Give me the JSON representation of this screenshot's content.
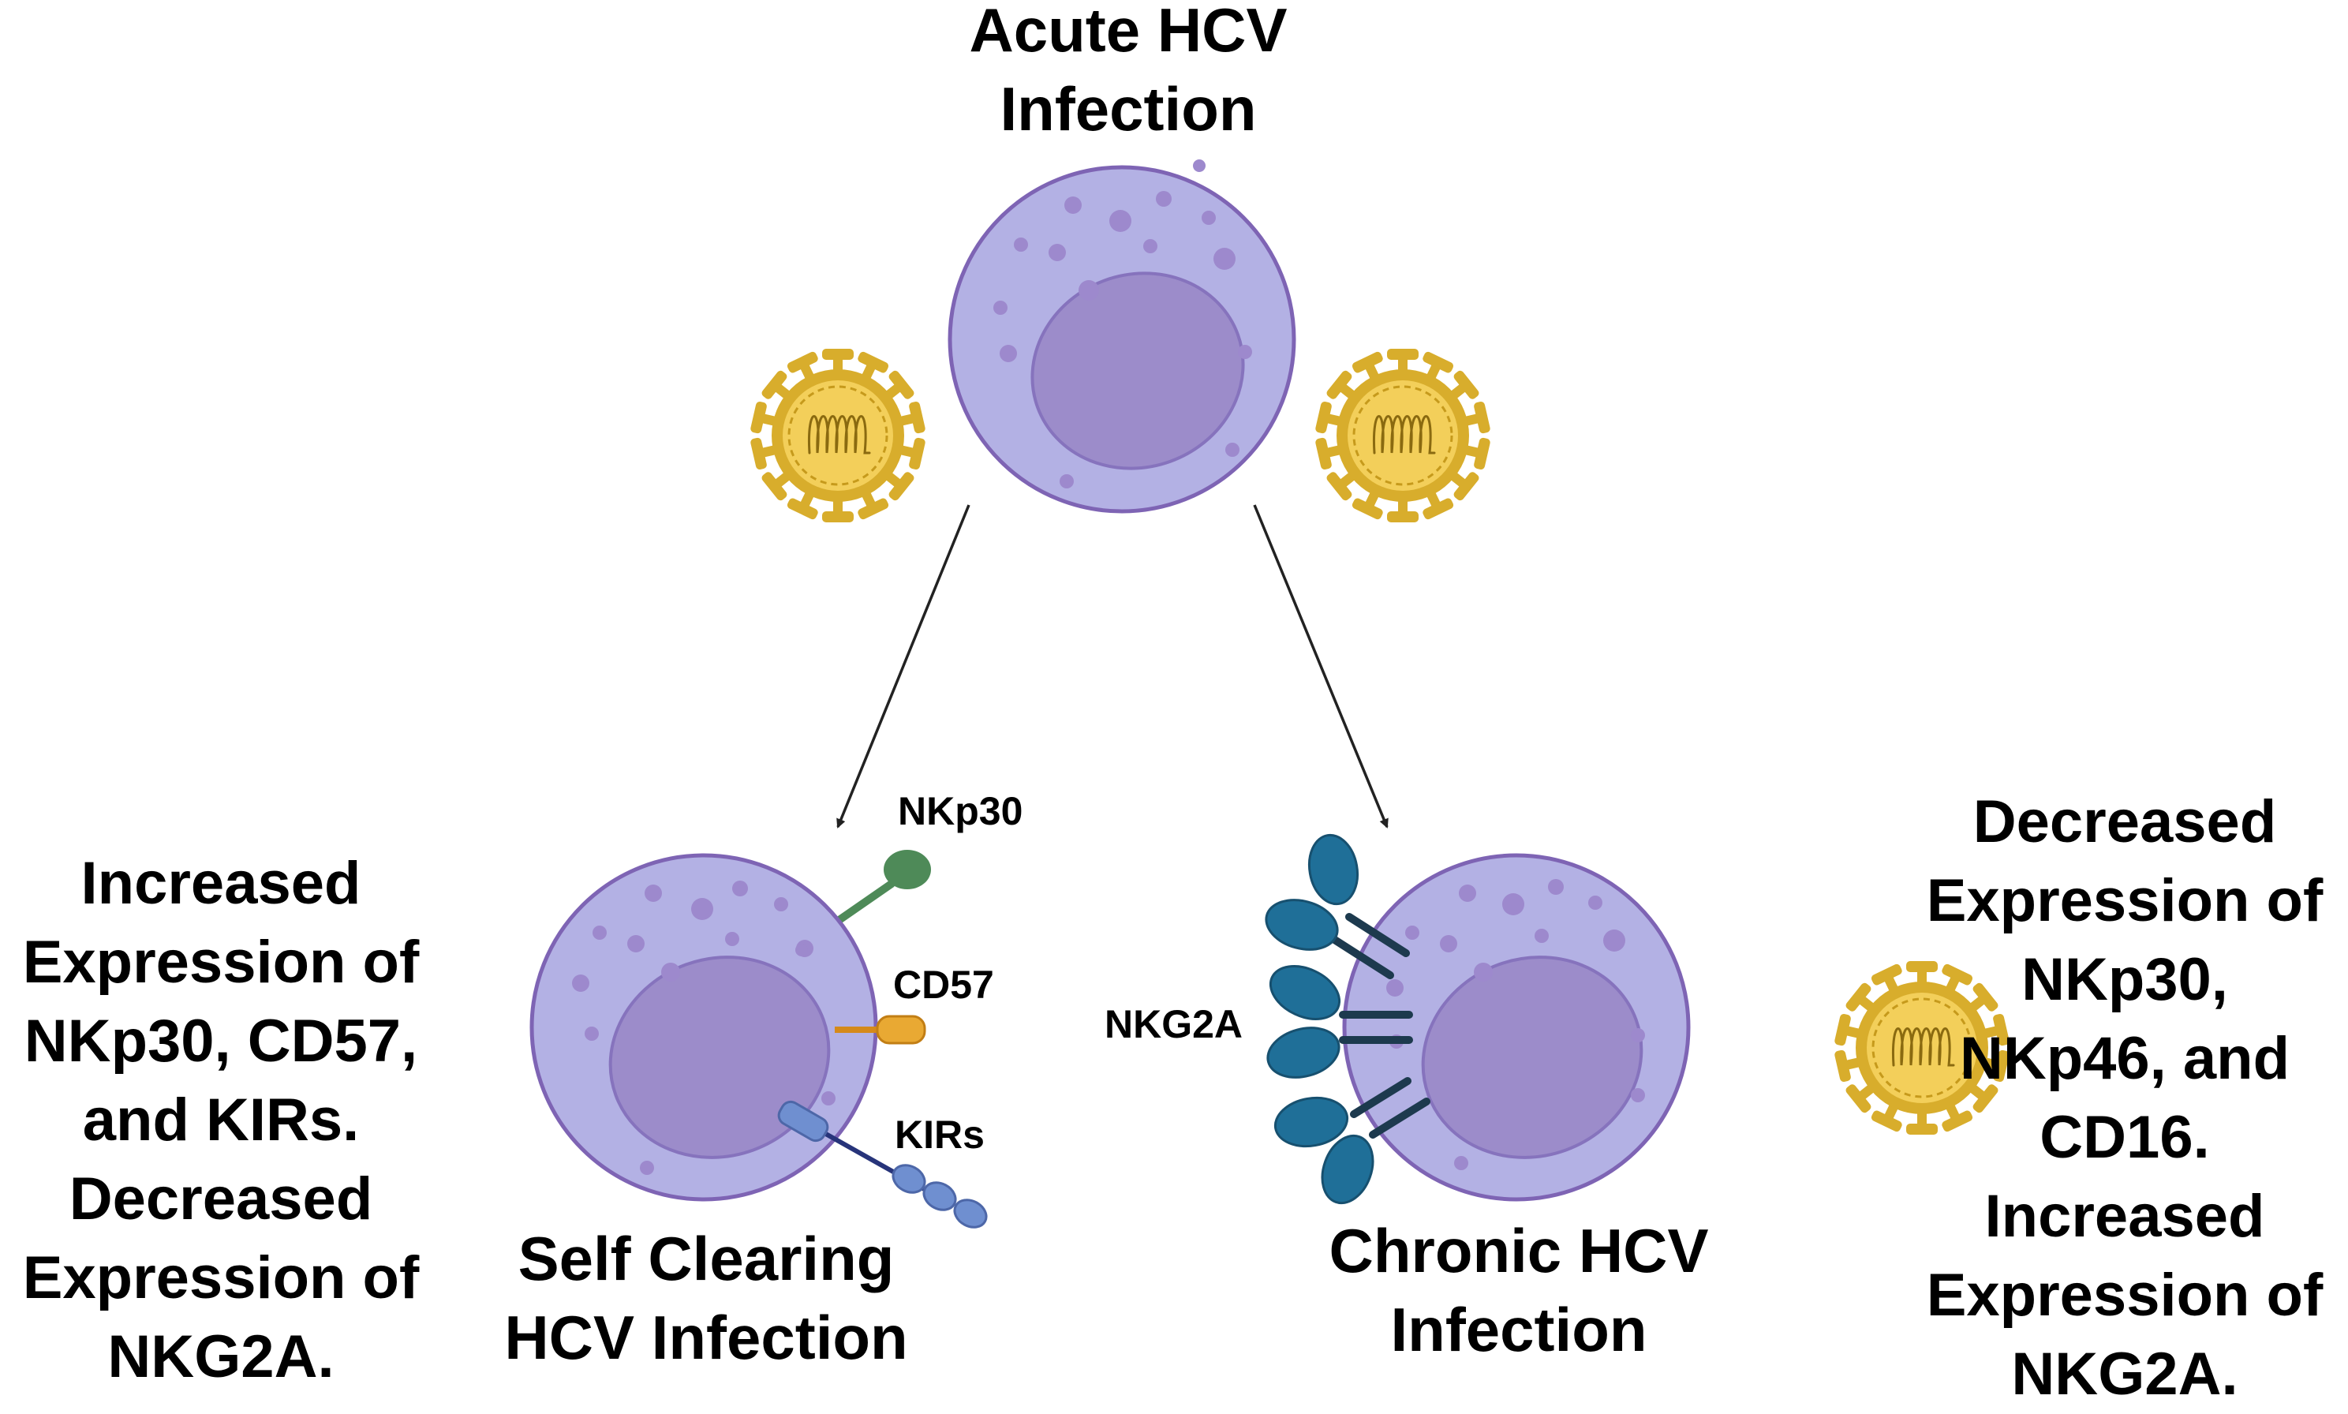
{
  "labels": {
    "acute": "Acute HCV\nInfection",
    "self_clearing": "Self Clearing\nHCV Infection",
    "chronic": "Chronic HCV\nInfection",
    "left_summary": "Increased\nExpression of\nNKp30, CD57,\nand KIRs.\nDecreased\nExpression of\nNKG2A.",
    "right_summary": "Decreased\nExpression of\nNKp30,\nNKp46, and\nCD16.\nIncreased\nExpression of\nNKG2A."
  },
  "receptors": {
    "nkp30": "NKp30",
    "cd57": "CD57",
    "kirs": "KIRs",
    "nkg2a": "NKG2A"
  },
  "colors": {
    "cell_fill": "#b3b1e4",
    "cell_stroke": "#7e64b4",
    "nucleus_fill": "#9c8cca",
    "granule": "#9d89cd",
    "virus_outer": "#d8ad2c",
    "virus_inner": "#f3cf5a",
    "nkp30_green": "#4e8a58",
    "cd57_orange": "#e9a933",
    "kir_blue": "#6f8fd0",
    "nkg2a_blue": "#1f6f98",
    "nkg2a_dark": "#1d3a4e"
  }
}
